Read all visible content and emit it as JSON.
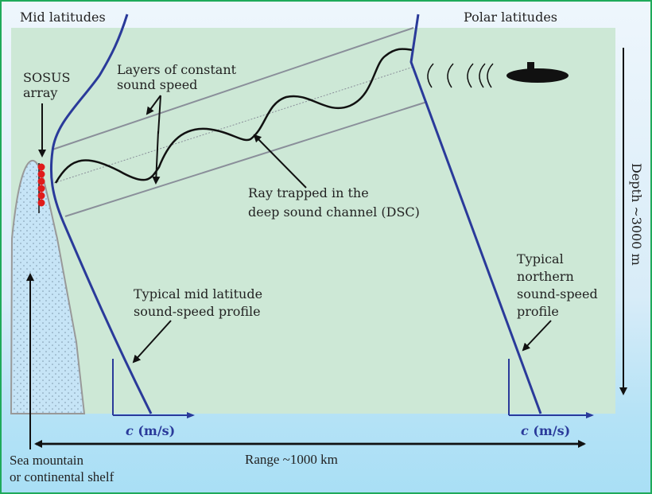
{
  "diagram": {
    "title_left": "Mid latitudes",
    "title_right": "Polar latitudes",
    "labels": {
      "sosus_line1": "SOSUS",
      "sosus_line2": "array",
      "layers_line1": "Layers of constant",
      "layers_line2": "sound speed",
      "ray_line1": "Ray trapped in the",
      "ray_line2": "deep sound channel (DSC)",
      "mid_profile_line1": "Typical mid latitude",
      "mid_profile_line2": "sound-speed profile",
      "north_profile_line1": "Typical",
      "north_profile_line2": "northern",
      "north_profile_line3": "sound-speed",
      "north_profile_line4": "profile",
      "depth": "Depth ~3000 m",
      "axis_left_var": "c",
      "axis_left_unit": " (m/s)",
      "axis_right_var": "c",
      "axis_right_unit": " (m/s)",
      "range": "Range ~1000 km",
      "mountain_line1": "Sea mountain",
      "mountain_line2": "or continental shelf"
    },
    "icons": [
      "submarine-icon",
      "sound-wave-icon",
      "sosus-hydrophone-icon"
    ],
    "colors": {
      "frame_border": "#1faa5a",
      "ocean": "#cde8d6",
      "profile_line": "#2a3a9a",
      "hydrophone": "#e01b1b",
      "layer_line": "#8a8f9a",
      "mountain_fill": "#c6e4f6"
    }
  }
}
